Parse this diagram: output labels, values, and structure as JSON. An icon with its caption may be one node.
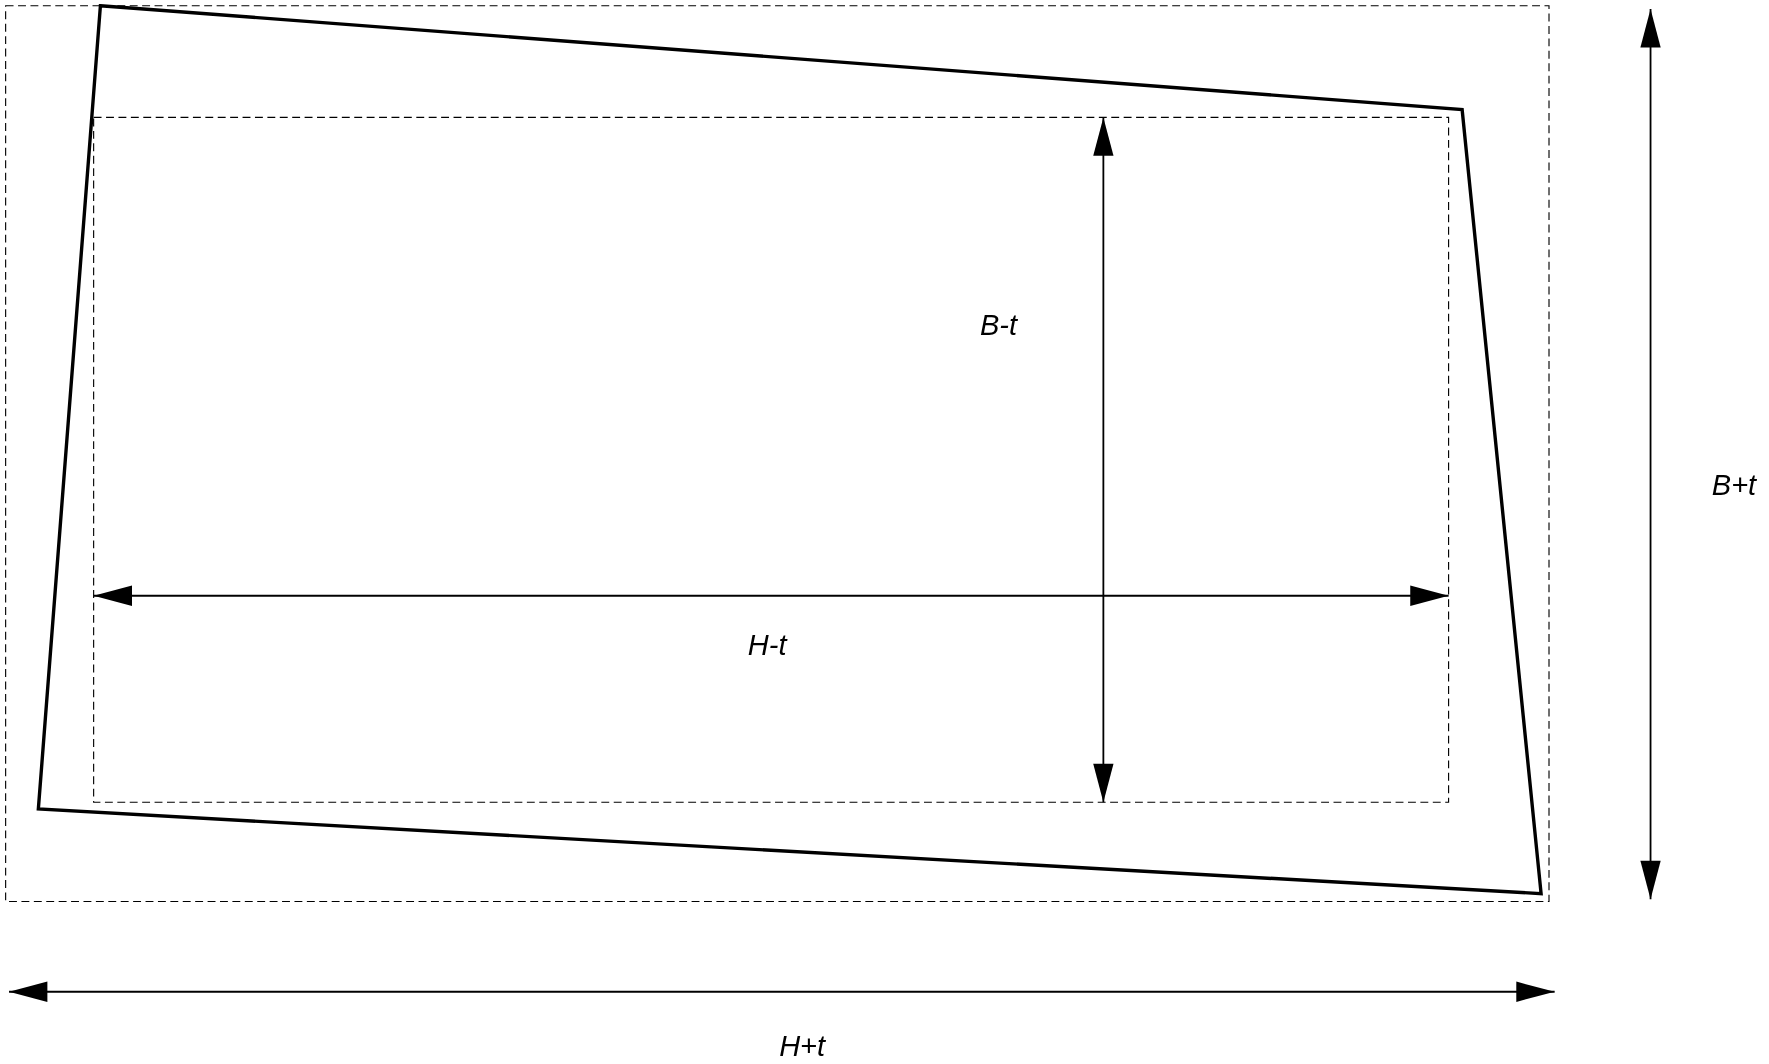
{
  "diagram": {
    "labels": [
      "B-t",
      "H-t",
      "B+t",
      "H+t"
    ]
  }
}
